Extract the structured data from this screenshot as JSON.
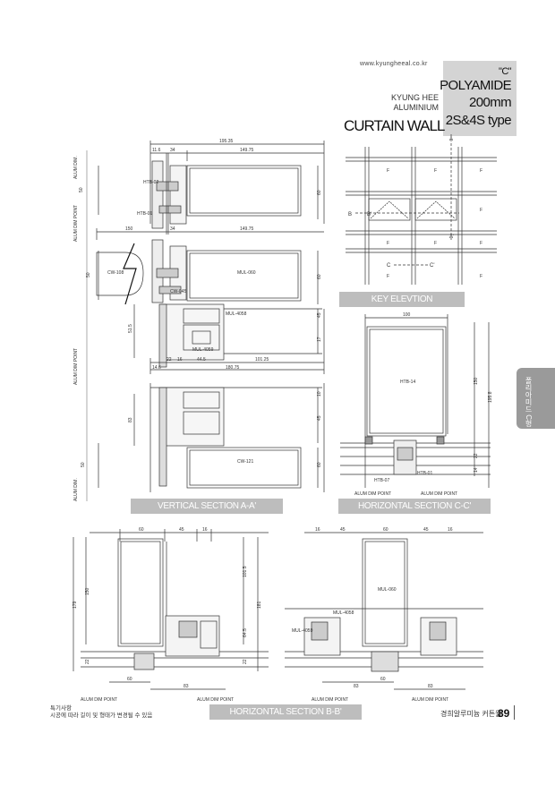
{
  "header": {
    "url": "www.kyungheeal.co.kr",
    "brand_line1": "KYUNG HEE",
    "brand_line2": "ALUMINIUM",
    "title_c": "\"C\"",
    "title_polyamide": "POLYAMIDE",
    "title_depth": "200mm",
    "title_type": "2S&4S type",
    "product": "CURTAIN WALL"
  },
  "labels": {
    "key_elevation": "KEY ELEVTION",
    "vertical_section": "VERTICAL SECTION A-A'",
    "horizontal_cc": "HORIZONTAL SECTION C-C'",
    "horizontal_bb": "HORIZONTAL SECTION B-B'"
  },
  "side_tab": "폴리아미드 C형",
  "vertical": {
    "dims_top": [
      "195.35",
      "11.6",
      "34",
      "149.75"
    ],
    "dims_mid": [
      "150",
      "34",
      "149.75"
    ],
    "dims_bottom": [
      "22",
      "16",
      "44.5",
      "101.25",
      "14.6",
      "180.75"
    ],
    "left_dims": [
      "50",
      "50",
      "51.5",
      "83",
      "50"
    ],
    "right_dims": [
      "60",
      "60",
      "45",
      "17",
      "10",
      "45",
      "60"
    ],
    "axis_labels": [
      "ALUM DIM.",
      "ALUM DIM POINT",
      "ALUM DIM POINT",
      "ALUM DIM."
    ],
    "parts": [
      "HTB-02",
      "HTB-01",
      "CW-108",
      "MUL-060",
      "CW-045",
      "MUL-4058",
      "MUL-4059",
      "CW-121"
    ]
  },
  "key_elevation": {
    "fixed": [
      "F",
      "F",
      "F",
      "F",
      "F",
      "F",
      "F",
      "F",
      "F"
    ],
    "marks": [
      "A",
      "A'",
      "B",
      "B'",
      "C",
      "C'"
    ]
  },
  "horizontal_cc": {
    "top_dim": "100",
    "right_dims": [
      "150",
      "195.8"
    ],
    "small_dims": [
      "22",
      "14"
    ],
    "parts": [
      "HTB-14",
      "HTB-01",
      "HTB-07"
    ],
    "dim_points": [
      "ALUM DIM POINT",
      "ALUM DIM POINT"
    ]
  },
  "horizontal_bb_left": {
    "top_dims": [
      "60",
      "45",
      "16"
    ],
    "left_dims": [
      "179",
      "150",
      "22"
    ],
    "right_dims": [
      "181",
      "101.5",
      "64.5",
      "22"
    ],
    "bottom_dims": [
      "60",
      "83"
    ],
    "dim_points": [
      "ALUM DIM POINT",
      "ALUM DIM POINT"
    ]
  },
  "horizontal_bb_right": {
    "top_dims": [
      "16",
      "45",
      "60",
      "45",
      "16"
    ],
    "parts": [
      "MUL-060",
      "MUL-4058",
      "MUL-4059"
    ],
    "bottom_dims": [
      "60",
      "83",
      "83"
    ],
    "dim_points": [
      "ALUM DIM POINT",
      "ALUM DIM POINT"
    ]
  },
  "footer": {
    "note_title": "특기사항",
    "note_body": "시공에 따라 길이 및 형태가 변경될 수 있음",
    "caption": "경희알루미늄 커튼월",
    "page": "89"
  }
}
